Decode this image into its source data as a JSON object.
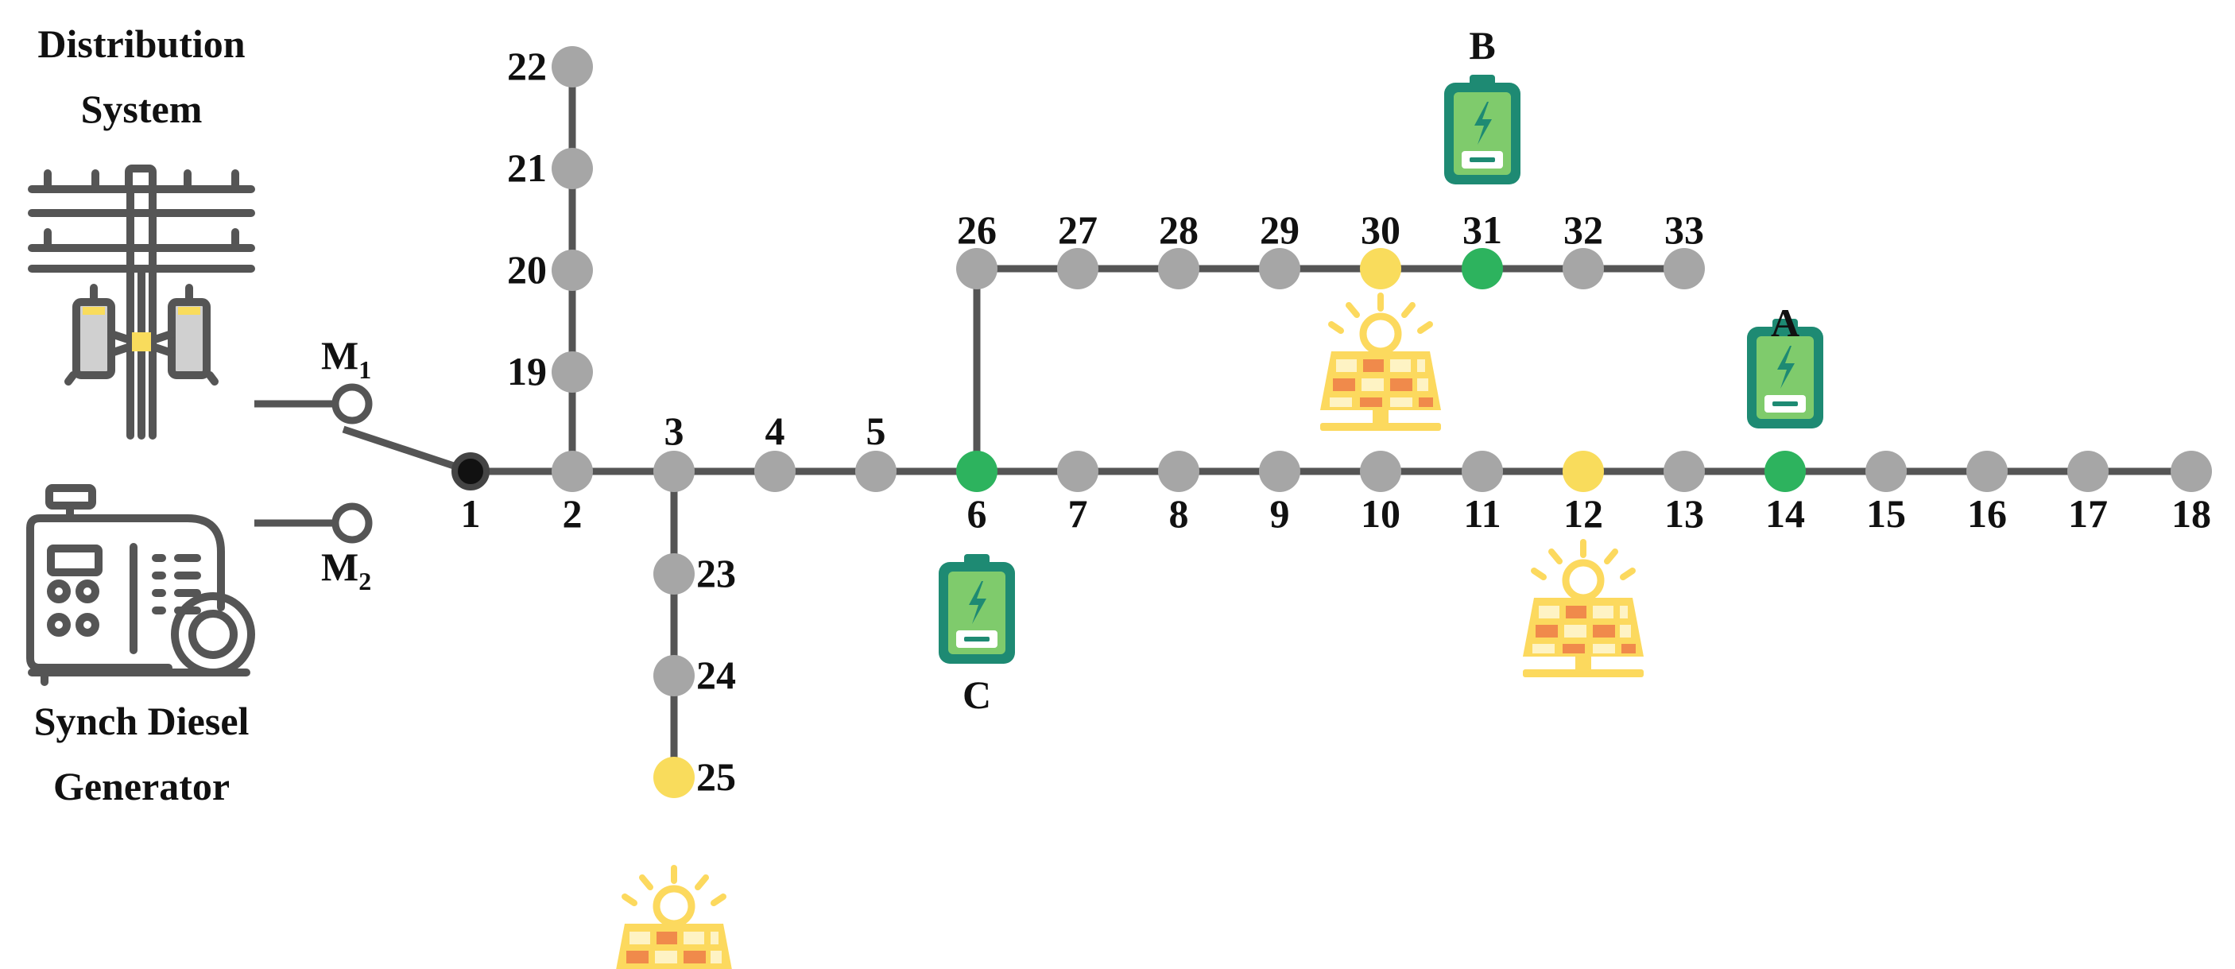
{
  "title_top": [
    "Distribution",
    "System"
  ],
  "title_bottom": [
    "Synch Diesel",
    "Generator"
  ],
  "switches": [
    {
      "name": "M",
      "sub": "1"
    },
    {
      "name": "M",
      "sub": "2"
    }
  ],
  "nodes": {
    "1": "1",
    "2": "2",
    "3": "3",
    "4": "4",
    "5": "5",
    "6": "6",
    "7": "7",
    "8": "8",
    "9": "9",
    "10": "10",
    "11": "11",
    "12": "12",
    "13": "13",
    "14": "14",
    "15": "15",
    "16": "16",
    "17": "17",
    "18": "18",
    "19": "19",
    "20": "20",
    "21": "21",
    "22": "22",
    "23": "23",
    "24": "24",
    "25": "25",
    "26": "26",
    "27": "27",
    "28": "28",
    "29": "29",
    "30": "30",
    "31": "31",
    "32": "32",
    "33": "33"
  },
  "pv_nodes": [
    "12",
    "25",
    "30"
  ],
  "battery_nodes": [
    "6",
    "14",
    "31"
  ],
  "batteries": [
    {
      "label": "A",
      "node": "14"
    },
    {
      "label": "B",
      "node": "31"
    },
    {
      "label": "C",
      "node": "6"
    }
  ],
  "colors": {
    "line": "#555555",
    "node": "#a6a6a6",
    "pcc": "#111111",
    "pv_node": "#f9dc5c",
    "battery_node": "#2db35e",
    "battery_body": "#1e8a73",
    "battery_fill": "#7fcb6c",
    "solar": "#fcd95e",
    "solar_cell": "#f08a4b"
  },
  "icons": {
    "grid": "power-pole-icon",
    "generator": "diesel-generator-icon",
    "pv": "solar-panel-icon",
    "battery": "battery-icon"
  }
}
